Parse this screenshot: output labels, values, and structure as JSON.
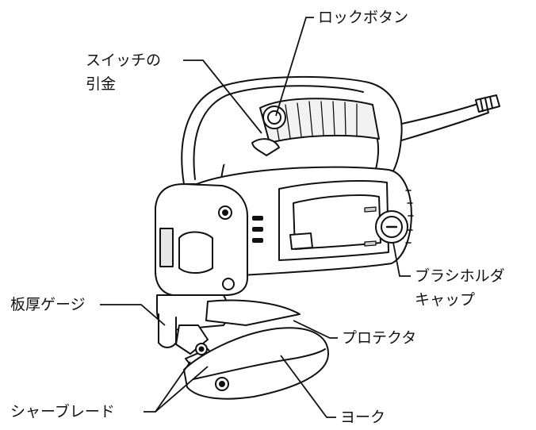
{
  "labels": {
    "lock_button": "ロックボタン",
    "switch_trigger_line1": "スイッチの",
    "switch_trigger_line2": "引金",
    "brush_holder_cap_line1": "ブラシホルダ",
    "brush_holder_cap_line2": "キャップ",
    "thickness_gauge": "板厚ゲージ",
    "protector": "プロテクタ",
    "shear_blade": "シャーブレード",
    "yoke": "ヨーク"
  }
}
